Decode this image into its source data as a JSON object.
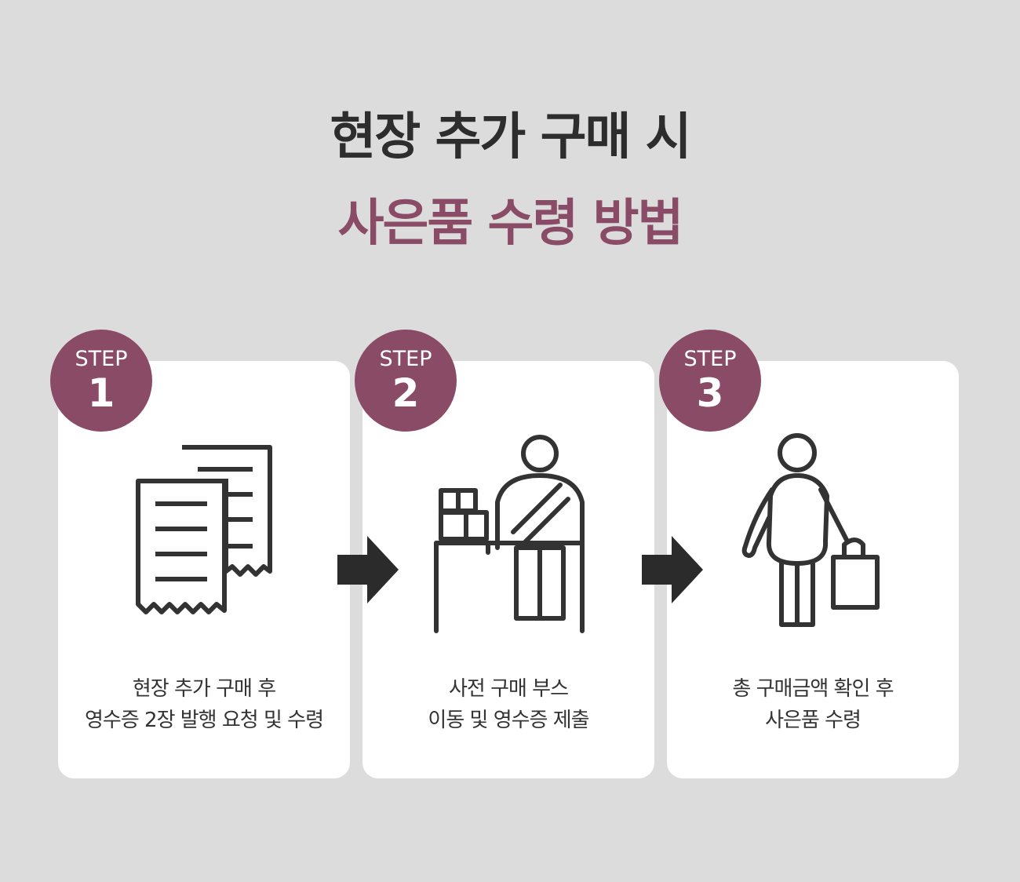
{
  "title": {
    "line1": "현장 추가 구매 시",
    "line2": "사은품 수령 방법"
  },
  "colors": {
    "accent": "#8a4b66",
    "background": "#dcdcdc",
    "card": "#ffffff",
    "icon": "#333333"
  },
  "steps": [
    {
      "label": "STEP",
      "number": "1",
      "icon": "receipts-icon",
      "desc_line1": "현장 추가 구매 후",
      "desc_line2": "영수증 2장 발행 요청 및 수령"
    },
    {
      "label": "STEP",
      "number": "2",
      "icon": "booth-staff-icon",
      "desc_line1": "사전 구매 부스",
      "desc_line2": "이동 및 영수증 제출"
    },
    {
      "label": "STEP",
      "number": "3",
      "icon": "shopper-with-bag-icon",
      "desc_line1": "총 구매금액 확인 후",
      "desc_line2": "사은품 수령"
    }
  ],
  "arrow_icon": "right-arrow-icon"
}
